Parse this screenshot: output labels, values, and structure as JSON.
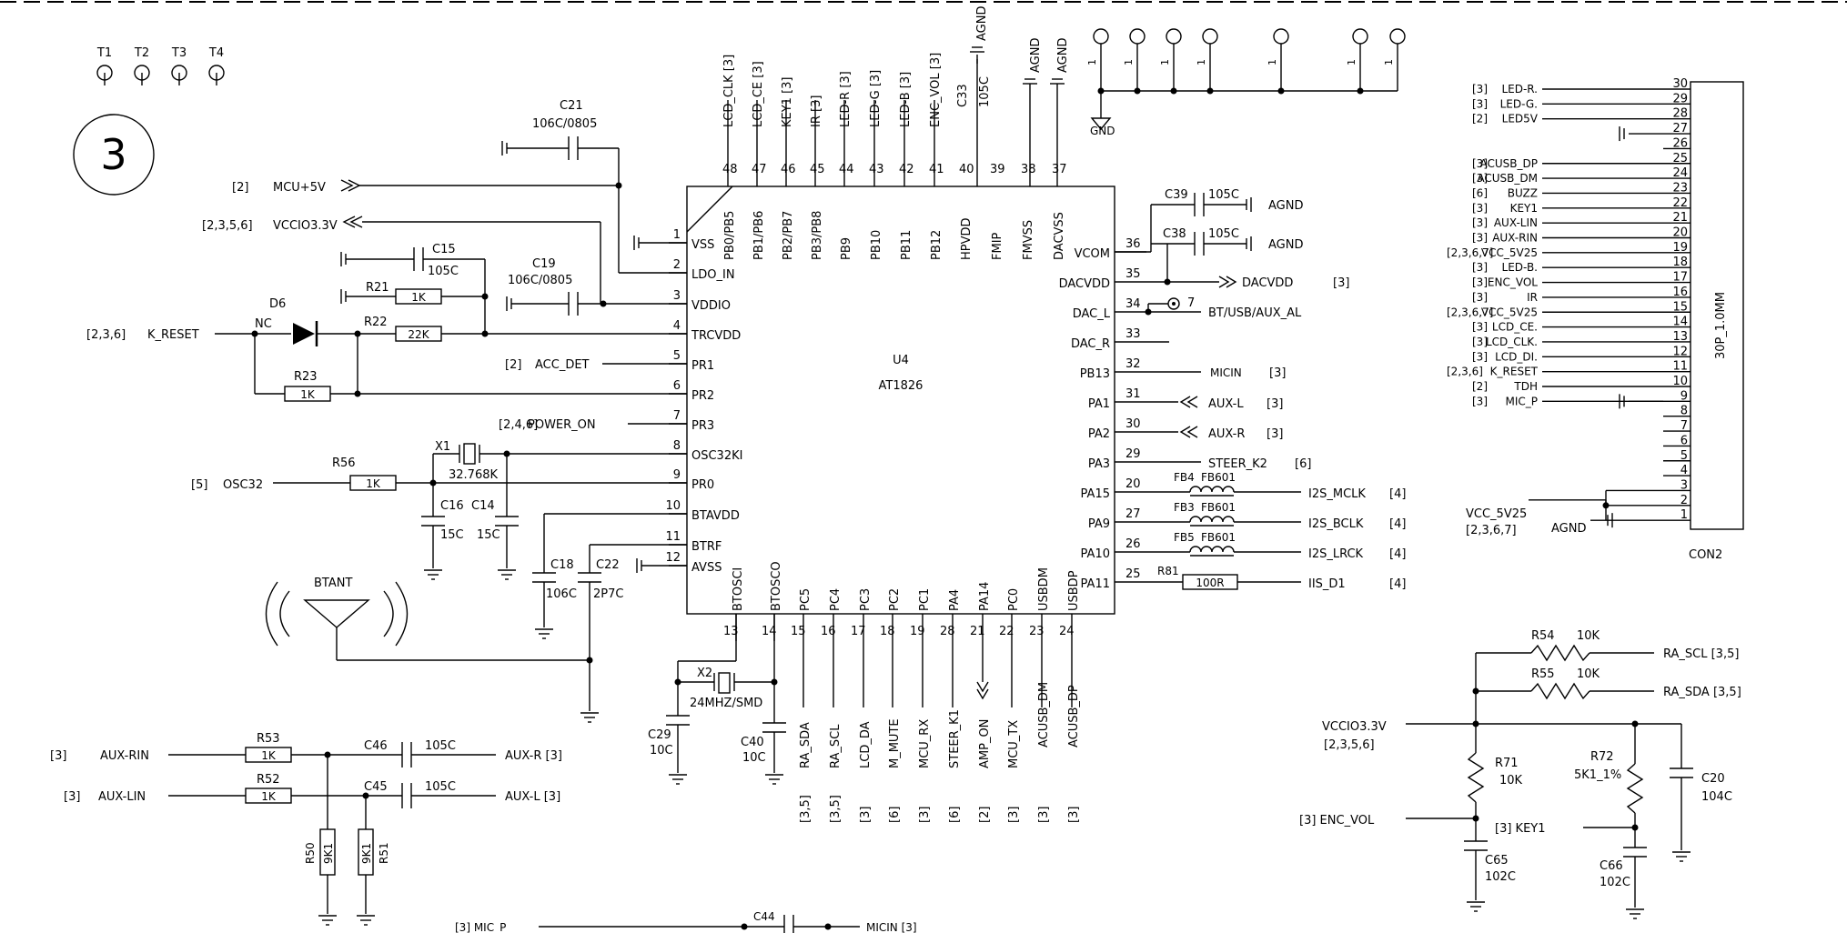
{
  "sheet_number": "3",
  "test_points": [
    "T1",
    "T2",
    "T3",
    "T4"
  ],
  "u4": {
    "ref": "U4",
    "part": "AT1826",
    "left_pins": [
      {
        "num": "1",
        "name": "VSS"
      },
      {
        "num": "2",
        "name": "LDO_IN"
      },
      {
        "num": "3",
        "name": "VDDIO"
      },
      {
        "num": "4",
        "name": "TRCVDD"
      },
      {
        "num": "5",
        "name": "PR1"
      },
      {
        "num": "6",
        "name": "PR2"
      },
      {
        "num": "7",
        "name": "PR3"
      },
      {
        "num": "8",
        "name": "OSC32KI"
      },
      {
        "num": "9",
        "name": "PR0"
      },
      {
        "num": "10",
        "name": "BTAVDD"
      },
      {
        "num": "11",
        "name": "BTRF"
      },
      {
        "num": "12",
        "name": "AVSS"
      }
    ],
    "top_pins": [
      {
        "num": "48",
        "name": "PB0/PB5",
        "net": "LCD_CLK [3]"
      },
      {
        "num": "47",
        "name": "PB1/PB6",
        "net": "LCD_CE [3]"
      },
      {
        "num": "46",
        "name": "PB2/PB7",
        "net": "KEY1 [3]"
      },
      {
        "num": "45",
        "name": "PB3/PB8",
        "net": "IR [3]"
      },
      {
        "num": "44",
        "name": "PB9",
        "net": "LED-R [3]"
      },
      {
        "num": "43",
        "name": "PB10",
        "net": "LED-G [3]"
      },
      {
        "num": "42",
        "name": "PB11",
        "net": "LED-B [3]"
      },
      {
        "num": "41",
        "name": "PB12",
        "net": "ENC_VOL [3]"
      },
      {
        "num": "40",
        "name": "HPVDD",
        "net": "C33"
      },
      {
        "num": "39",
        "name": "FMIP",
        "net": ""
      },
      {
        "num": "38",
        "name": "FMVSS",
        "net": "AGND"
      },
      {
        "num": "37",
        "name": "DACVSS",
        "net": "AGND"
      }
    ],
    "right_pins": [
      {
        "num": "36",
        "name": "VCOM",
        "net": ""
      },
      {
        "num": "35",
        "name": "DACVDD",
        "net": "DACVDD",
        "ref": "[3]"
      },
      {
        "num": "34",
        "name": "DAC_L",
        "net": "BT/USB/AUX_AL",
        "ref": ""
      },
      {
        "num": "33",
        "name": "DAC_R",
        "net": "",
        "ref": ""
      },
      {
        "num": "32",
        "name": "PB13",
        "net": "MICIN",
        "ref": "[3]"
      },
      {
        "num": "31",
        "name": "PA1",
        "net": "AUX-L",
        "ref": "[3]"
      },
      {
        "num": "30",
        "name": "PA2",
        "net": "AUX-R",
        "ref": "[3]"
      },
      {
        "num": "29",
        "name": "PA3",
        "net": "STEER_K2",
        "ref": "[6]"
      },
      {
        "num": "20",
        "name": "PA15",
        "net": "I2S_MCLK",
        "ref": "[4]"
      },
      {
        "num": "27",
        "name": "PA9",
        "net": "I2S_BCLK",
        "ref": "[4]"
      },
      {
        "num": "26",
        "name": "PA10",
        "net": "I2S_LRCK",
        "ref": "[4]"
      },
      {
        "num": "25",
        "name": "PA11",
        "net": "IIS_D1",
        "ref": "[4]"
      }
    ],
    "bottom_pins": [
      {
        "num": "13",
        "name": "BTOSCI",
        "net": "",
        "ref": ""
      },
      {
        "num": "14",
        "name": "BTOSCO",
        "net": "",
        "ref": ""
      },
      {
        "num": "15",
        "name": "PC5",
        "net": "RA_SDA",
        "ref": "[3,5]"
      },
      {
        "num": "16",
        "name": "PC4",
        "net": "RA_SCL",
        "ref": "[3,5]"
      },
      {
        "num": "17",
        "name": "PC3",
        "net": "LCD_DA",
        "ref": "[3]"
      },
      {
        "num": "18",
        "name": "PC2",
        "net": "M_MUTE",
        "ref": "[6]"
      },
      {
        "num": "19",
        "name": "PC1",
        "net": "MCU_RX",
        "ref": "[3]"
      },
      {
        "num": "28",
        "name": "PA4",
        "net": "STEER_K1",
        "ref": "[6]"
      },
      {
        "num": "21",
        "name": "PA14",
        "net": "AMP_ON",
        "ref": "[2]"
      },
      {
        "num": "22",
        "name": "PC0",
        "net": "MCU_TX",
        "ref": "[3]"
      },
      {
        "num": "23",
        "name": "USBDM",
        "net": "ACUSB_DM",
        "ref": "[3]"
      },
      {
        "num": "24",
        "name": "USBDP",
        "net": "ACUSB_DP",
        "ref": "[3]"
      }
    ]
  },
  "left_nets": {
    "mcu5v": {
      "ref": "[2]",
      "name": "MCU+5V"
    },
    "vccio": {
      "ref": "[2,3,5,6]",
      "name": "VCCIO3.3V"
    },
    "kreset": {
      "ref": "[2,3,6]",
      "name": "K_RESET"
    },
    "accdet": {
      "ref": "[2]",
      "name": "ACC_DET"
    },
    "power_on": {
      "ref": "[2,4,6]",
      "name": "POWER_ON"
    },
    "osc32": {
      "ref": "[5]",
      "name": "OSC32"
    }
  },
  "components": {
    "c21": {
      "ref": "C21",
      "value": "106C/0805"
    },
    "c15": {
      "ref": "C15",
      "value": "105C"
    },
    "c19": {
      "ref": "C19",
      "value": "106C/0805"
    },
    "r21": {
      "ref": "R21",
      "value": "1K"
    },
    "r22": {
      "ref": "R22",
      "value": "22K"
    },
    "d6": {
      "ref": "D6",
      "value": "NC"
    },
    "r23": {
      "ref": "R23",
      "value": "1K"
    },
    "r56": {
      "ref": "R56",
      "value": "1K"
    },
    "x1": {
      "ref": "X1",
      "value": "32.768K"
    },
    "c16": {
      "ref": "C16",
      "value": "15C"
    },
    "c14": {
      "ref": "C14",
      "value": "15C"
    },
    "c18": {
      "ref": "C18",
      "value": "106C"
    },
    "c22": {
      "ref": "C22",
      "value": "2P7C"
    },
    "btant": {
      "ref": "BTANT"
    },
    "x2": {
      "ref": "X2",
      "value": "24MHZ/SMD"
    },
    "c29": {
      "ref": "C29",
      "value": "10C"
    },
    "c40": {
      "ref": "C40",
      "value": "10C"
    },
    "c33": {
      "ref": "C33",
      "value": "105C"
    },
    "c39": {
      "ref": "C39",
      "value": "105C"
    },
    "c38": {
      "ref": "C38",
      "value": "105C"
    },
    "fb4": {
      "ref": "FB4",
      "value": "FB601"
    },
    "fb3": {
      "ref": "FB3",
      "value": "FB601"
    },
    "fb5": {
      "ref": "FB5",
      "value": "FB601"
    },
    "r81": {
      "ref": "R81",
      "value": "100R"
    },
    "r53": {
      "ref": "R53",
      "value": "1K"
    },
    "r52": {
      "ref": "R52",
      "value": "1K"
    },
    "c46": {
      "ref": "C46",
      "value": "105C"
    },
    "c45": {
      "ref": "C45",
      "value": "105C"
    },
    "r50": {
      "ref": "R50",
      "value": "9K1"
    },
    "r51": {
      "ref": "R51",
      "value": "9K1"
    },
    "c44": {
      "ref": "C44"
    },
    "r54": {
      "ref": "R54",
      "value": "10K"
    },
    "r55": {
      "ref": "R55",
      "value": "10K"
    },
    "r71": {
      "ref": "R71",
      "value": "10K"
    },
    "r72": {
      "ref": "R72",
      "value": "5K1_1%"
    },
    "c20": {
      "ref": "C20",
      "value": "104C"
    },
    "c65": {
      "ref": "C65",
      "value": "102C"
    },
    "c66": {
      "ref": "C66",
      "value": "102C"
    }
  },
  "labels": {
    "agnd": "AGND",
    "gnd": "GND",
    "one": "1",
    "seven": "7",
    "dac_l_out": "BT/USB/AUX_AL"
  },
  "aux": {
    "rin": {
      "ref": "[3]",
      "name": "AUX-RIN"
    },
    "lin": {
      "ref": "[3]",
      "name": "AUX-LIN"
    },
    "r_out": "AUX-R [3]",
    "l_out": "AUX-L [3]",
    "mic_p": "[3]  MIC_P",
    "micin": "MICIN  [3]"
  },
  "rc": {
    "vccio": "VCCIO3.3V",
    "vccio_ref": "[2,3,5,6]",
    "scl": "RA_SCL  [3,5]",
    "sda": "RA_SDA  [3,5]",
    "enc": "[3]  ENC_VOL",
    "key1": "[3]  KEY1"
  },
  "con2": {
    "ref": "CON2",
    "part": "30P_1.0MM",
    "vcc_label": "VCC_5V25",
    "vcc_ref": "[2,3,6,7]",
    "agnd": "AGND",
    "pins": [
      {
        "num": "30",
        "ref": "[3]",
        "name": "LED-R."
      },
      {
        "num": "29",
        "ref": "[3]",
        "name": "LED-G."
      },
      {
        "num": "28",
        "ref": "[2]",
        "name": "LED5V"
      },
      {
        "num": "27",
        "ref": "",
        "name": ""
      },
      {
        "num": "26",
        "ref": "",
        "name": ""
      },
      {
        "num": "25",
        "ref": "[3]",
        "name": "ACUSB_DP"
      },
      {
        "num": "24",
        "ref": "[3]",
        "name": "ACUSB_DM"
      },
      {
        "num": "23",
        "ref": "[6]",
        "name": "BUZZ"
      },
      {
        "num": "22",
        "ref": "[3]",
        "name": "KEY1"
      },
      {
        "num": "21",
        "ref": "[3]",
        "name": "AUX-LIN"
      },
      {
        "num": "20",
        "ref": "[3]",
        "name": "AUX-RIN"
      },
      {
        "num": "19",
        "ref": "[2,3,6,7]",
        "name": "VCC_5V25"
      },
      {
        "num": "18",
        "ref": "[3]",
        "name": "LED-B."
      },
      {
        "num": "17",
        "ref": "[3]",
        "name": "ENC_VOL"
      },
      {
        "num": "16",
        "ref": "[3]",
        "name": "IR"
      },
      {
        "num": "15",
        "ref": "[2,3,6,7]",
        "name": "VCC_5V25"
      },
      {
        "num": "14",
        "ref": "[3]",
        "name": "LCD_CE."
      },
      {
        "num": "13",
        "ref": "[3]",
        "name": "LCD_CLK."
      },
      {
        "num": "12",
        "ref": "[3]",
        "name": "LCD_DI."
      },
      {
        "num": "11",
        "ref": "[2,3,6]",
        "name": "K_RESET"
      },
      {
        "num": "10",
        "ref": "[2]",
        "name": "TDH"
      },
      {
        "num": "9",
        "ref": "[3]",
        "name": "MIC_P"
      },
      {
        "num": "8",
        "ref": "",
        "name": ""
      },
      {
        "num": "7",
        "ref": "",
        "name": ""
      },
      {
        "num": "6",
        "ref": "",
        "name": ""
      },
      {
        "num": "5",
        "ref": "",
        "name": ""
      },
      {
        "num": "4",
        "ref": "",
        "name": ""
      },
      {
        "num": "3",
        "ref": "",
        "name": ""
      },
      {
        "num": "2",
        "ref": "",
        "name": ""
      },
      {
        "num": "1",
        "ref": "",
        "name": ""
      }
    ]
  }
}
